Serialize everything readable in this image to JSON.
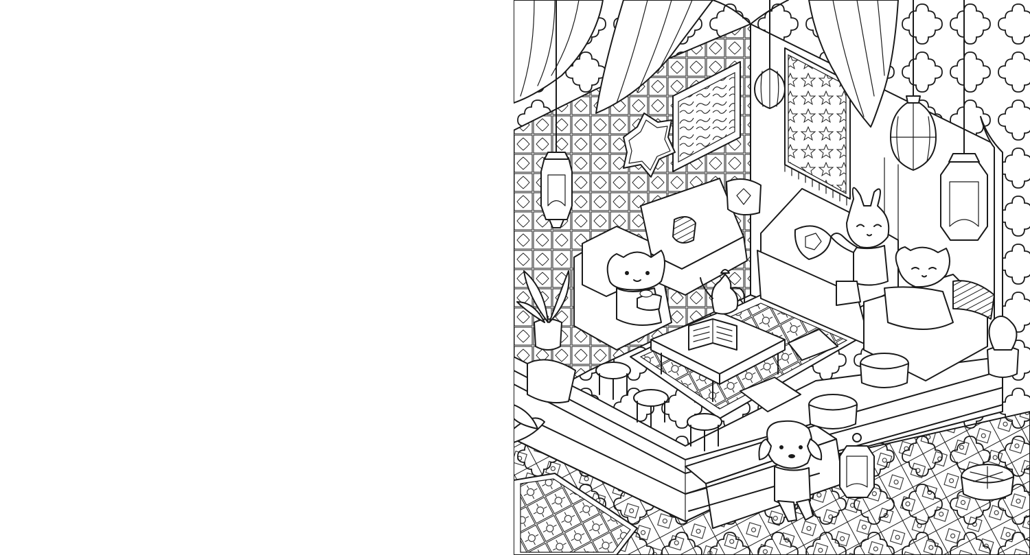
{
  "colors": {
    "page_background": "#ffffff",
    "line_art": "#1a1a1a"
  },
  "scene": {
    "characters": [
      "kitten-seated-left",
      "bunny-waving",
      "cat-reclining",
      "puppy-walking"
    ],
    "icons": [
      "hanging-lantern-icon",
      "floor-lantern-icon",
      "potted-plant-icon",
      "teapot-icon",
      "open-book-icon"
    ]
  }
}
